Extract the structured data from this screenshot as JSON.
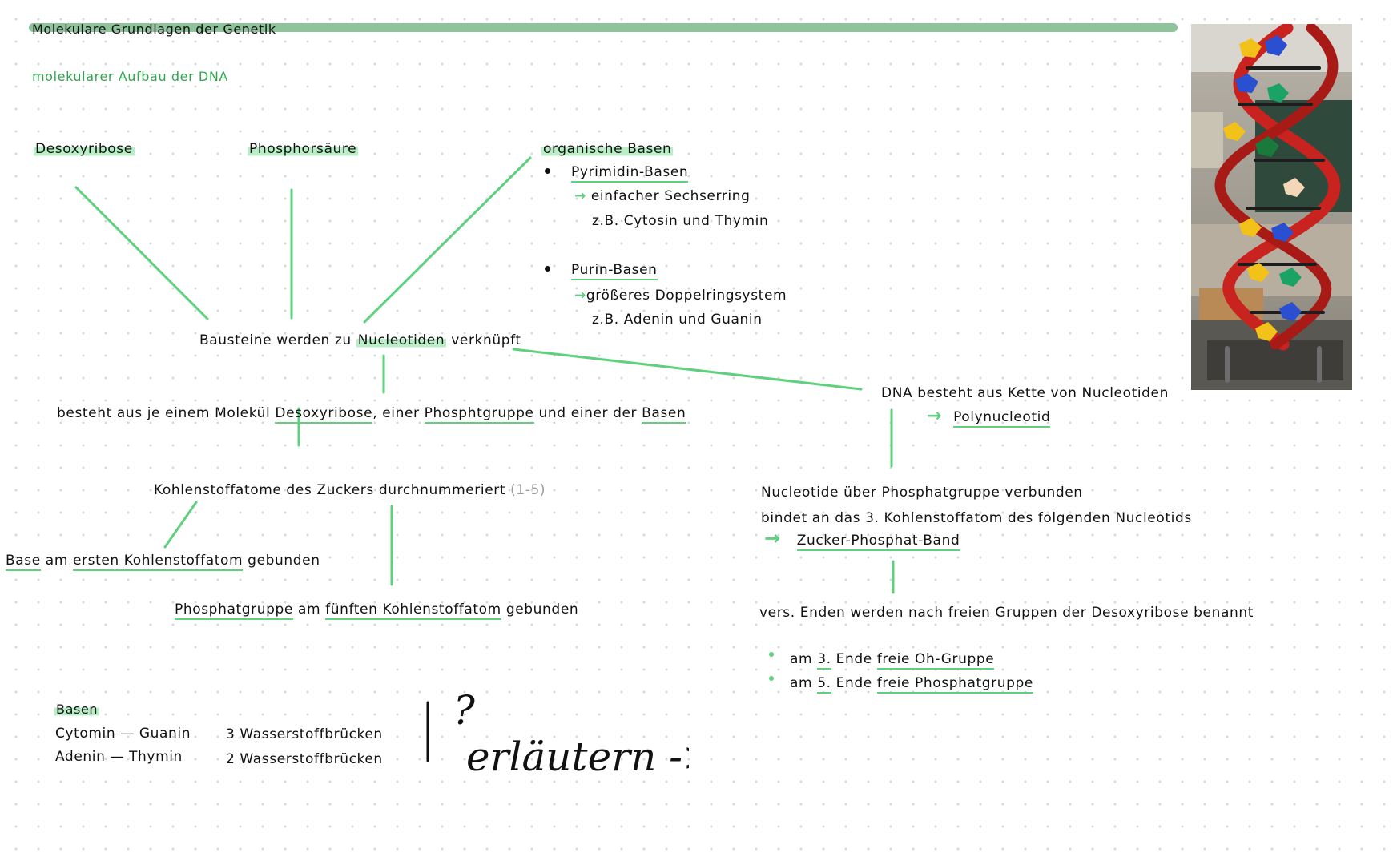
{
  "header": {
    "title": "Molekulare Grundlagen der Genetik",
    "subtitle": "molekularer Aufbau der DNA"
  },
  "components": {
    "desoxyribose": "Desoxyribose",
    "phosphorsaeure": "Phosphorsäure",
    "organic_bases": {
      "title": "organische Basen",
      "pyrimidin": {
        "label": "Pyrimidin-Basen",
        "desc": "einfacher Sechserring",
        "example": "z.B. Cytosin und Thymin"
      },
      "purin": {
        "label": "Purin-Basen",
        "desc": "größeres Doppelringsystem",
        "example": "z.B. Adenin und Guanin"
      }
    }
  },
  "nucleotide": {
    "prefix": "Bausteine werden zu ",
    "term": "Nucleotiden",
    "suffix": " verknüpft",
    "composition": {
      "p1": "besteht aus je einem Molekül ",
      "t1": "Desoxyribose",
      "p2": ", einer ",
      "t2": "Phosphtgruppe",
      "p3": " und einer der ",
      "t3": "Basen"
    },
    "carbon": {
      "text": "Kohlenstoffatome des Zuckers durchnummeriert ",
      "range": "(1-5)"
    },
    "base_bond": {
      "t1": "Base",
      "p1": " am ",
      "t2": "ersten Kohlenstoffatom",
      "p2": " gebunden"
    },
    "phosphate_bond": {
      "t1": "Phosphatgruppe",
      "p1": " am ",
      "t2": "fünften Kohlenstoffatom",
      "p2": " gebunden"
    }
  },
  "dna_chain": {
    "text": "DNA besteht aus Kette von Nucleotiden",
    "result_arrow": "→",
    "result": "Polynucleotid",
    "connect": "Nucleotide über Phosphatgruppe verbunden",
    "binds": "bindet an das 3. Kohlenstoffatom des folgenden Nucleotids",
    "band_arrow": "→",
    "band": "Zucker-Phosphat-Band",
    "ends": "vers. Enden werden nach freien Gruppen der Desoxyribose benannt",
    "end3": {
      "p1": "am ",
      "t1": "3.",
      "p2": " Ende ",
      "t2": "freie Oh-Gruppe"
    },
    "end5": {
      "p1": "am ",
      "t1": "5.",
      "p2": " Ende ",
      "t2": "freie Phosphatgruppe"
    }
  },
  "bases_section": {
    "title": "Basen",
    "pairs": [
      {
        "pair": "Cytomin — Guanin",
        "bonds": "3 Wasserstoffbrücken"
      },
      {
        "pair": "Adenin — Thymin",
        "bonds": "2 Wasserstoffbrücken"
      }
    ]
  },
  "handwriting": {
    "question": "?",
    "note": "erläutern ->?"
  },
  "colors": {
    "accent": "#5fd17e",
    "highlight": "#b8efc6",
    "header_bar": "#8fc39c"
  }
}
